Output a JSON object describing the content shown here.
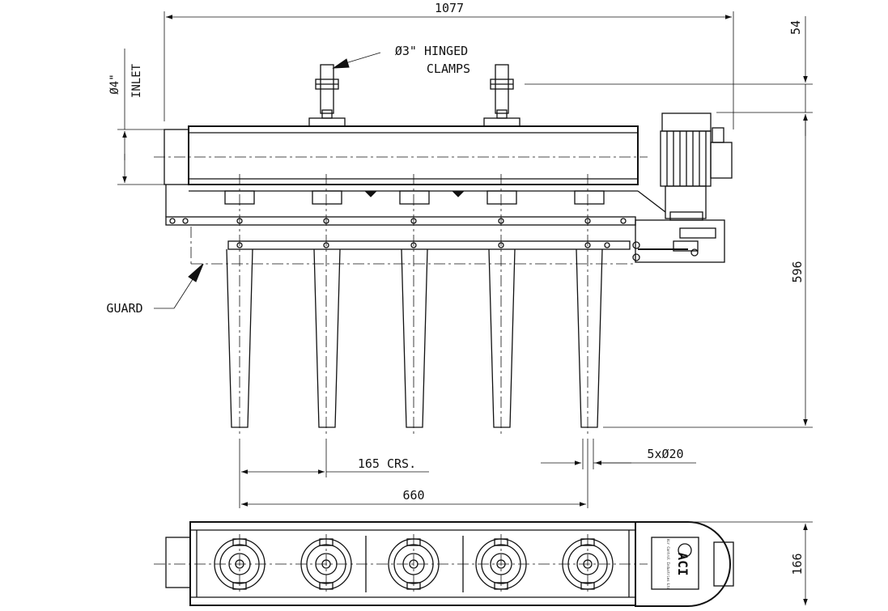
{
  "labels": {
    "overall_width": "1077",
    "top_offset": "54",
    "height": "596",
    "plan_depth": "166",
    "centres": "165 CRS.",
    "span": "660",
    "outlets": "5xØ20",
    "inlet_size": "Ø4\"",
    "inlet_word": "INLET",
    "clamps_line1": "Ø3\" HINGED",
    "clamps_line2": "CLAMPS",
    "guard": "GUARD"
  },
  "badge": {
    "brand": "ACI",
    "caption": "Air Control Industries Ltd"
  }
}
